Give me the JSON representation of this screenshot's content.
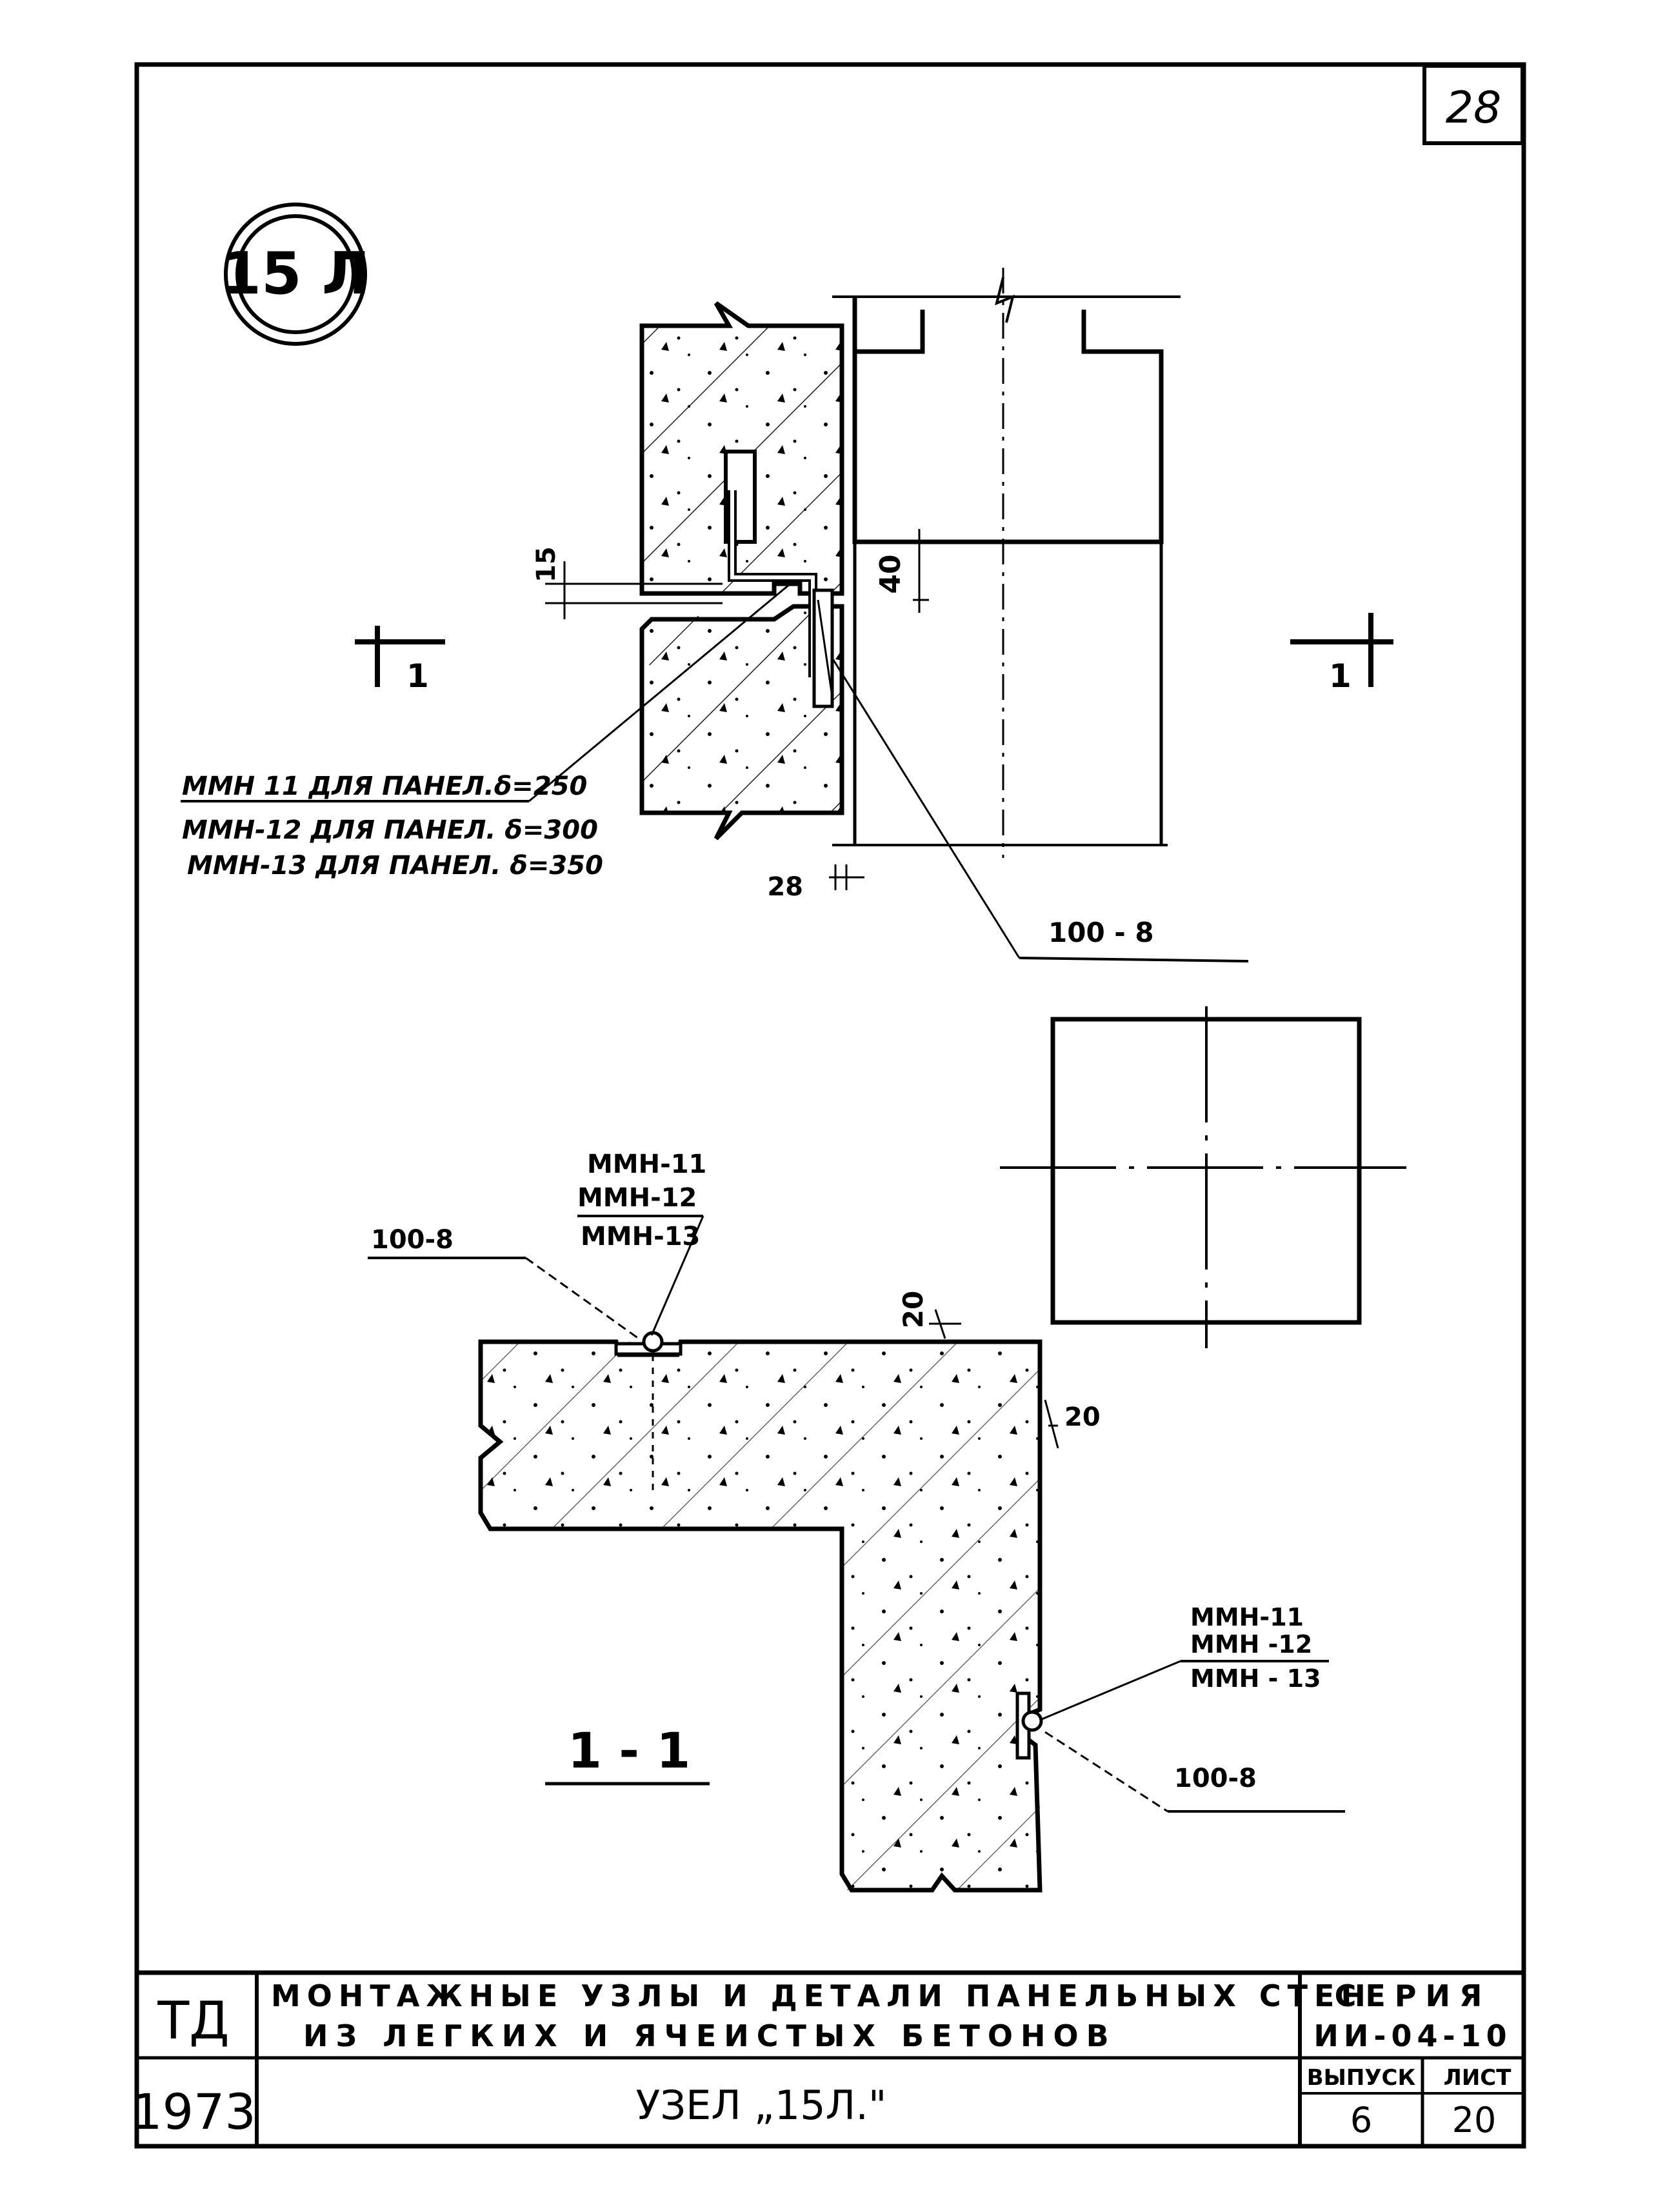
{
  "sheet_number": "28",
  "node_badge": "15 Л",
  "top_view": {
    "dim_joint": "15",
    "dim_offset": "40",
    "dim_bottom": "28",
    "callout_anchors": [
      "ММН 11 ДЛЯ ПАНЕЛ.δ=250",
      "ММН-12 ДЛЯ ПАНЕЛ. δ=300",
      "ММН-13 ДЛЯ ПАНЕЛ. δ=350"
    ],
    "callout_plate": "100 - 8",
    "section_mark_left": "1",
    "section_mark_right": "1"
  },
  "section_view": {
    "title": "1 - 1",
    "callout_top_anchors": [
      "ММН-11",
      "ММН-12",
      "ММН-13"
    ],
    "callout_top_plate": "100-8",
    "dim_top": "20",
    "dim_side": "20",
    "callout_side_anchors": [
      "ММН-11",
      "ММН -12",
      "ММН - 13"
    ],
    "callout_side_plate": "100-8"
  },
  "title_block": {
    "org": "ТД",
    "year": "1973",
    "title_line1": "МОНТАЖНЫЕ УЗЛЫ И ДЕТАЛИ ПАНЕЛЬНЫХ СТЕН",
    "title_line2": "ИЗ ЛЕГКИХ И ЯЧЕИСТЫХ БЕТОНОВ",
    "node_name": "УЗЕЛ „15Л.\"",
    "series_label": "СЕРИЯ",
    "series_value": "ИИ-04-10",
    "issue_label": "ВЫПУСК",
    "issue_value": "6",
    "sheet_label": "ЛИСТ",
    "sheet_value": "20"
  }
}
